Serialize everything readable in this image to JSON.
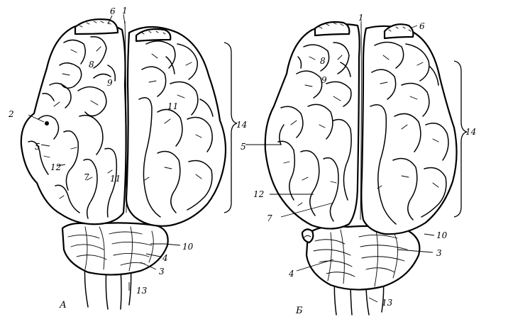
{
  "panels": [
    {
      "id": "A",
      "label": "А",
      "numbers": {
        "n2": "2",
        "n5": "5",
        "n6": "6",
        "n1": "1",
        "n8": "8",
        "n9": "9",
        "n11a": "11",
        "n11b": "11",
        "n12": "12",
        "n7": "7",
        "n14": "14",
        "n10": "10",
        "n4": "4",
        "n3": "3",
        "n13": "13"
      }
    },
    {
      "id": "B",
      "label": "Б",
      "numbers": {
        "n1": "1",
        "n6": "6",
        "n8": "8",
        "n9": "9",
        "n5": "5",
        "n14": "14",
        "n12": "12",
        "n7": "7",
        "n10": "10",
        "n3": "3",
        "n4": "4",
        "n13": "13"
      }
    }
  ]
}
